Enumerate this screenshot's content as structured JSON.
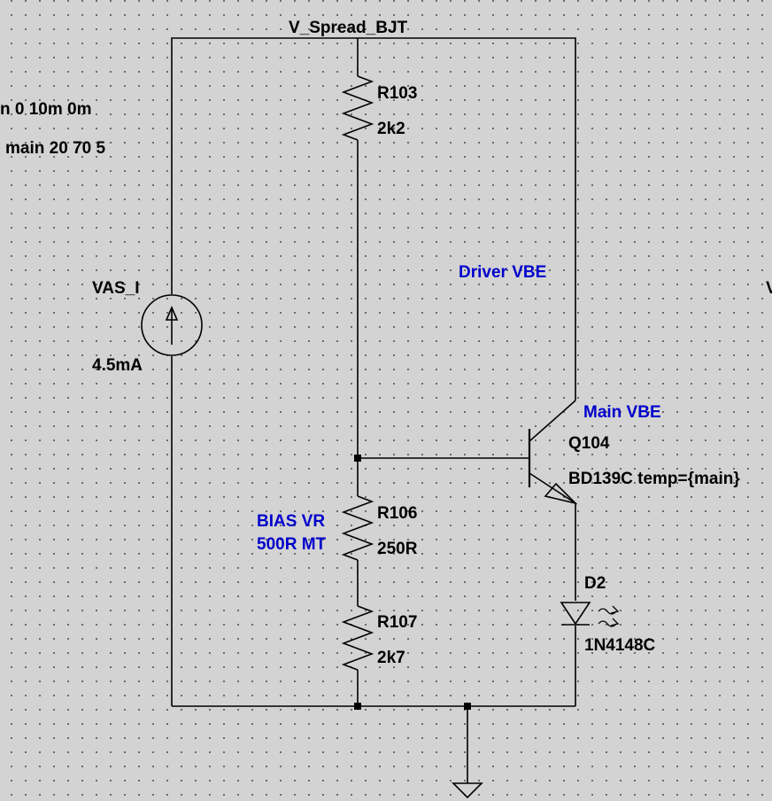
{
  "net_label": "V_Spread_BJT",
  "directives": {
    "step_line": "n 0 10m 0m",
    "temp_line": "main 20 70 5",
    "edge_glyph": "V"
  },
  "components": {
    "r103": {
      "ref": "R103",
      "value": "2k2"
    },
    "vas_i": {
      "ref": "VAS_I",
      "value": "4.5mA"
    },
    "r106": {
      "ref": "R106",
      "value": "250R"
    },
    "r107": {
      "ref": "R107",
      "value": "2k7"
    },
    "q104": {
      "ref": "Q104",
      "value": "BD139C temp={main}"
    },
    "d2": {
      "ref": "D2",
      "value": "1N4148C"
    }
  },
  "comments": {
    "driver_vbe": "Driver VBE",
    "main_vbe": "Main VBE",
    "bias_vr_line1": "BIAS VR",
    "bias_vr_line2": "500R MT"
  },
  "colors": {
    "wire": "#000000",
    "label": "#000000",
    "comment": "#0000cc",
    "background": "#d3d3d3",
    "grid_dot": "#5a5a5a"
  }
}
